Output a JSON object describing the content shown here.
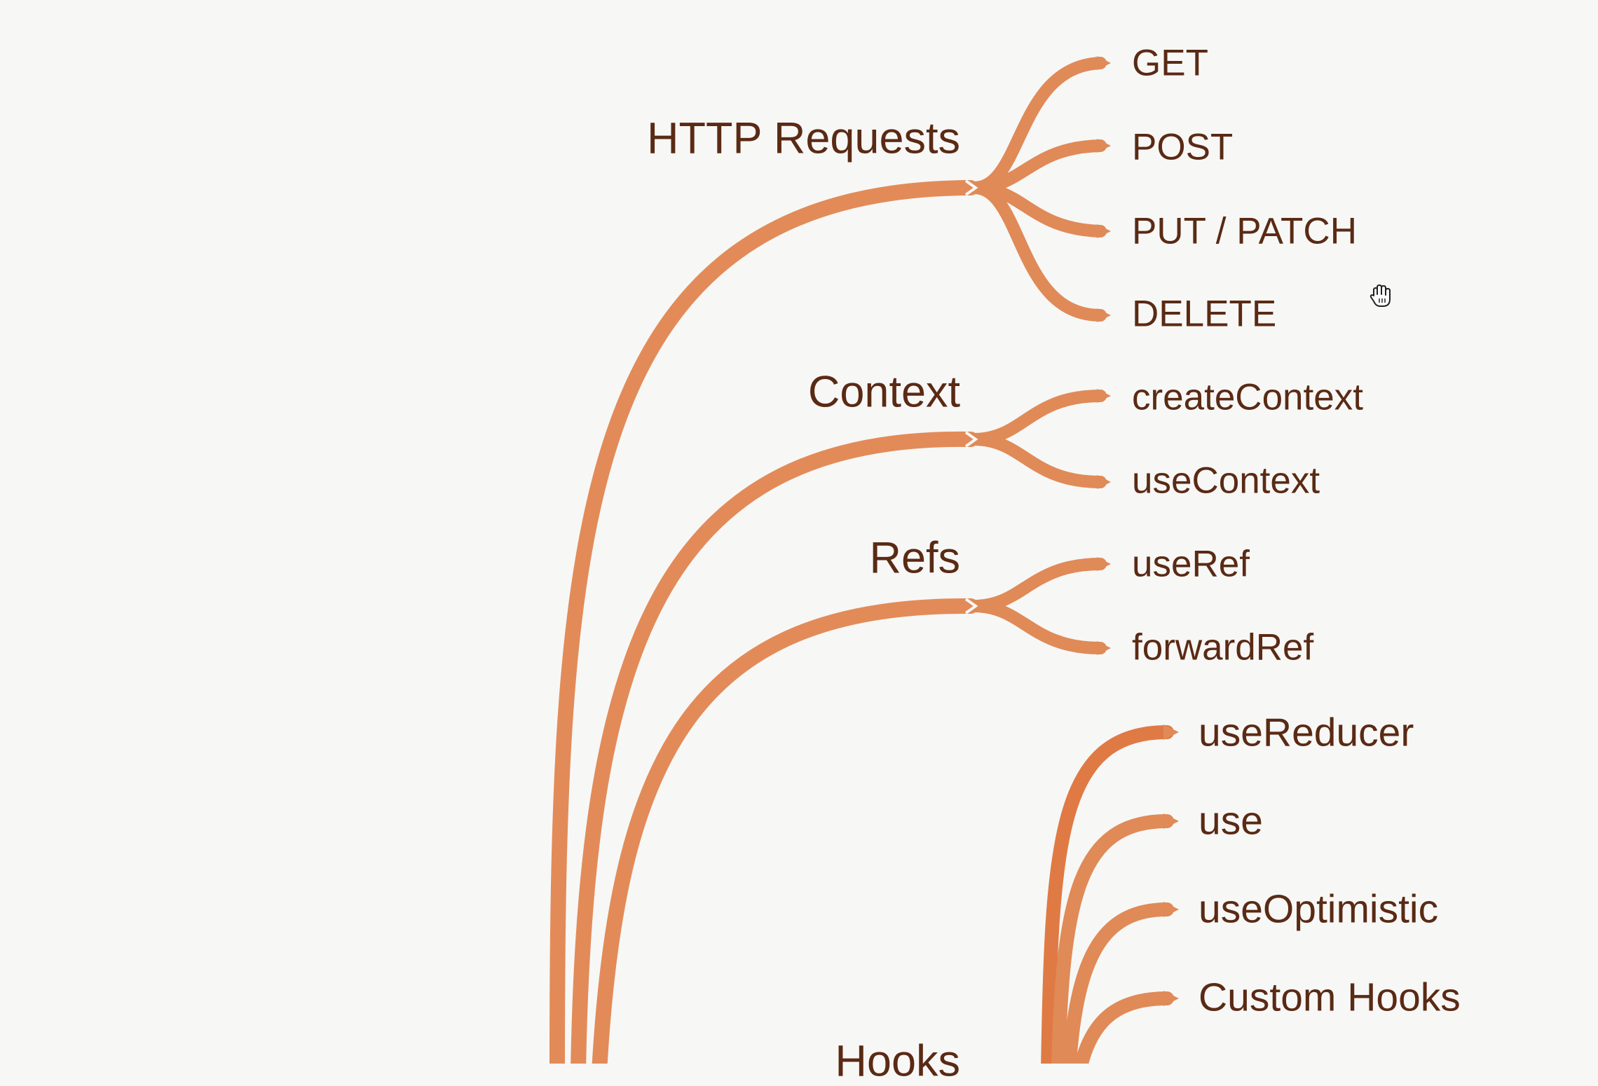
{
  "mindmap": {
    "branches": [
      {
        "label": "HTTP Requests",
        "children": [
          "GET",
          "POST",
          "PUT / PATCH",
          "DELETE"
        ]
      },
      {
        "label": "Context",
        "children": [
          "createContext",
          "useContext"
        ]
      },
      {
        "label": "Refs",
        "children": [
          "useRef",
          "forwardRef"
        ]
      },
      {
        "label": "Hooks",
        "children": [
          "useReducer",
          "use",
          "useOptimistic",
          "Custom Hooks"
        ]
      }
    ]
  },
  "colors": {
    "branch": "#e08a57",
    "branch_dark": "#df7a44",
    "text": "#5a2a14",
    "background": "#f7f7f6"
  },
  "icons": {
    "cursor": "grab-hand-icon"
  }
}
